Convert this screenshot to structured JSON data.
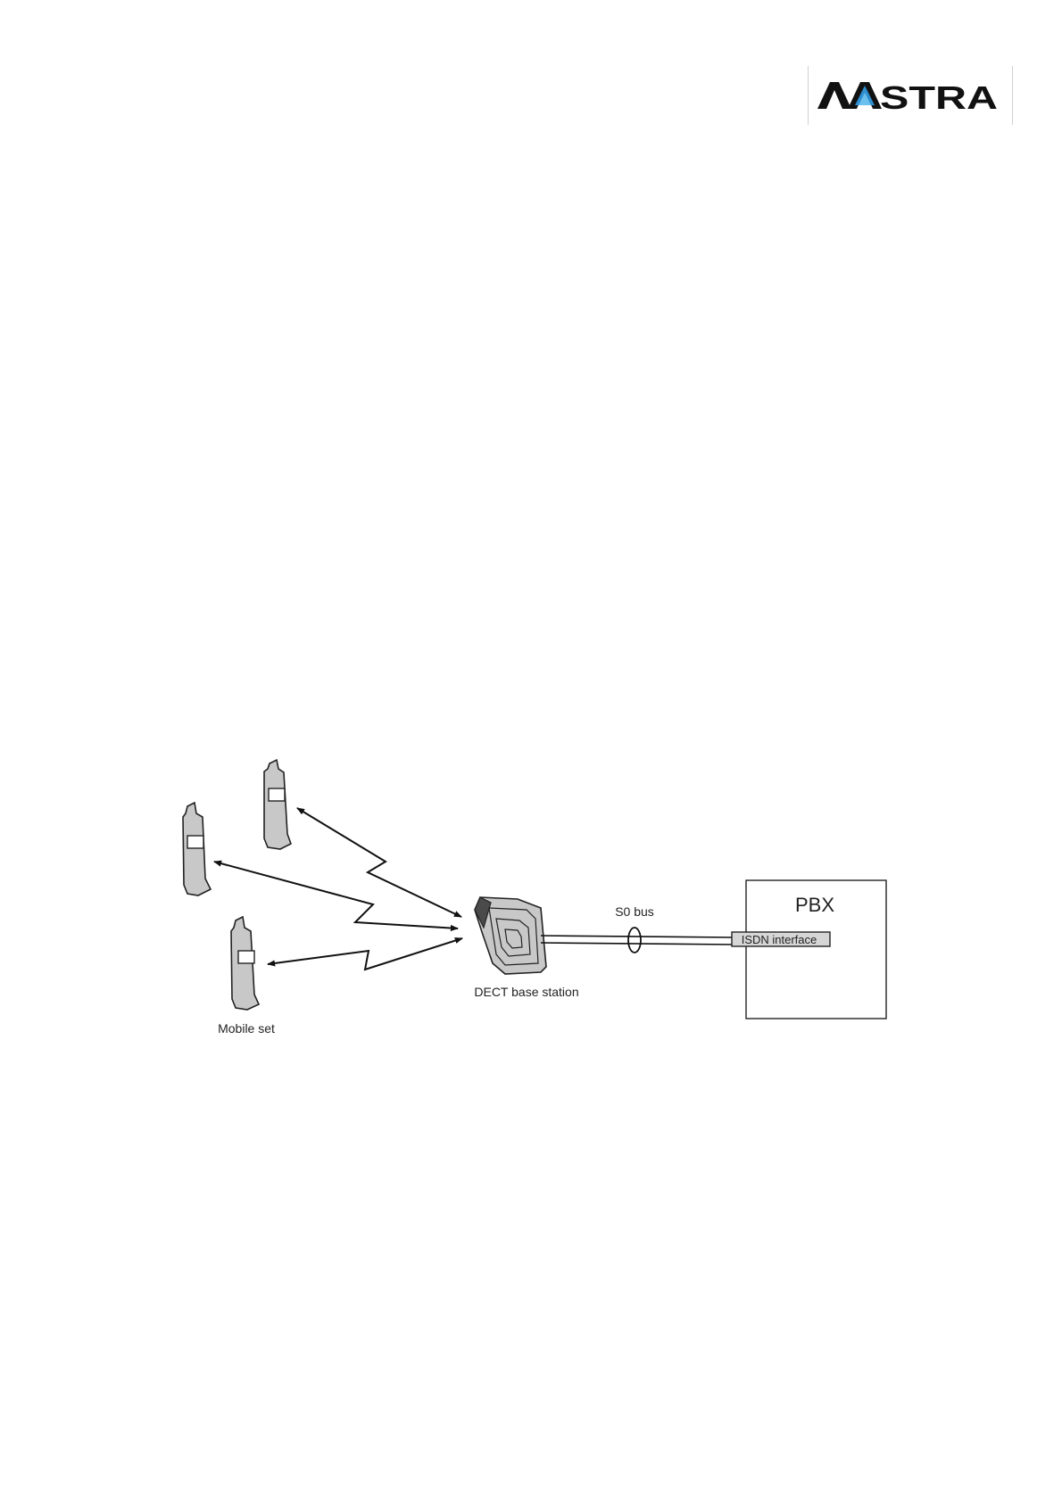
{
  "header": {
    "logo_text": "AASTRA"
  },
  "diagram": {
    "pbx_label": "PBX",
    "isdn_label": "ISDN interface",
    "bus_label": "S0 bus",
    "base_station_label": "DECT base station",
    "mobile_label": "Mobile set"
  }
}
